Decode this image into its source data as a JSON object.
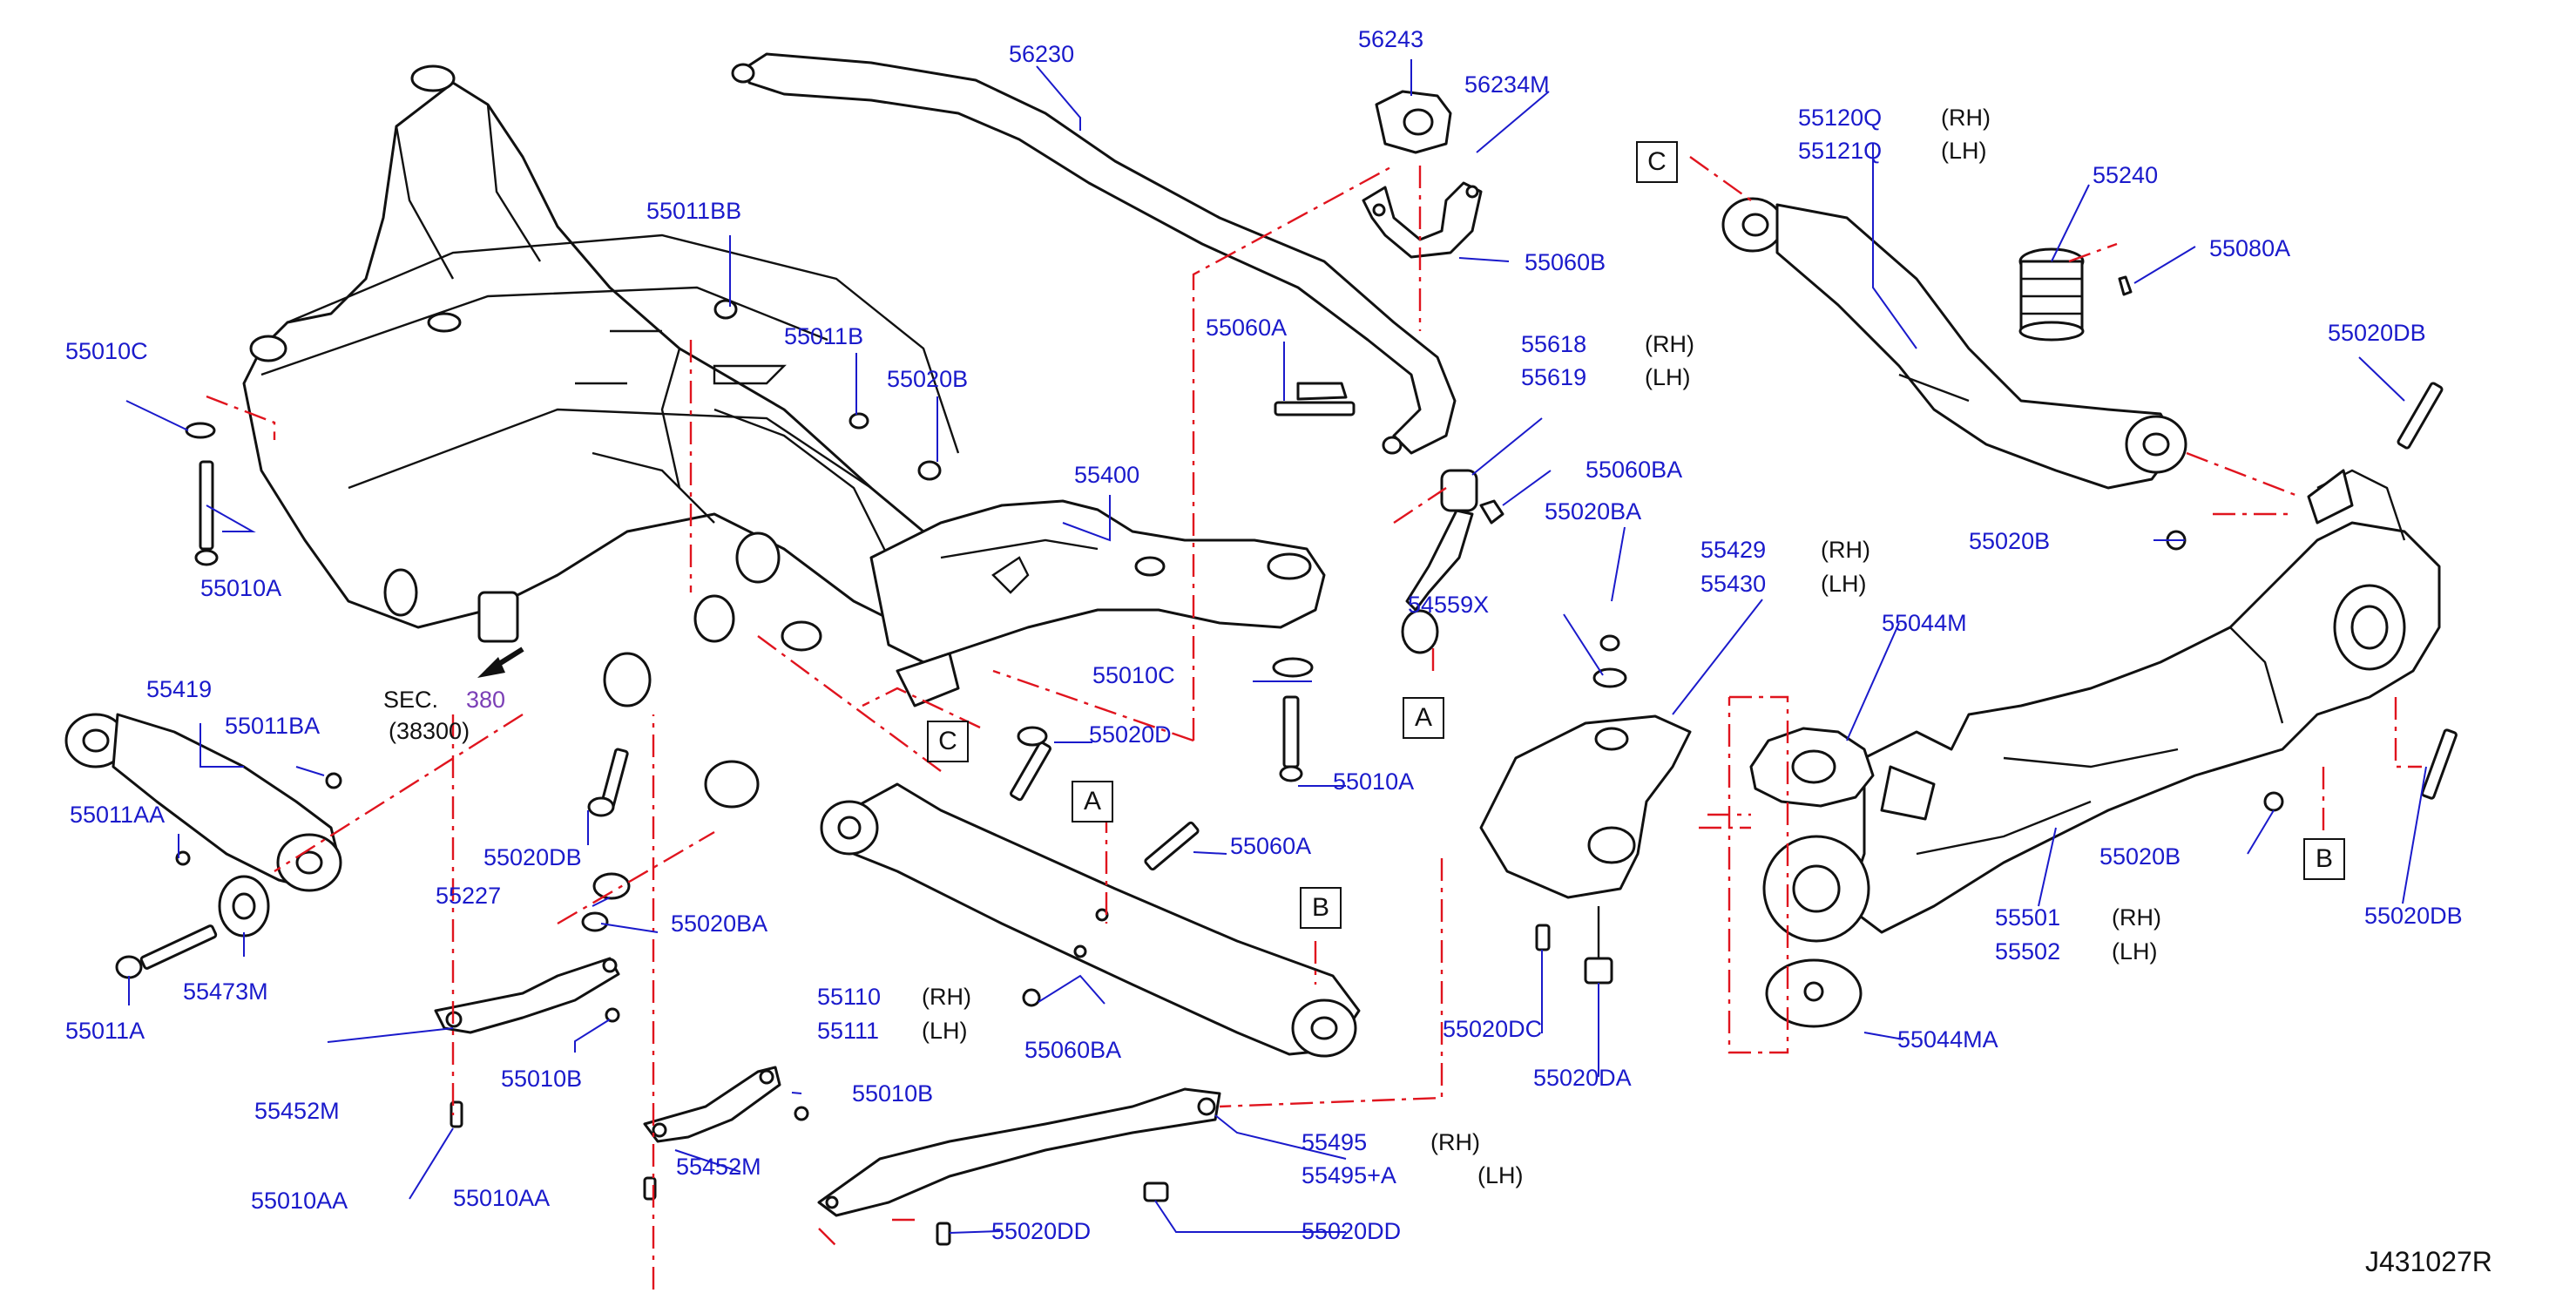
{
  "diagram_id": "J431027R",
  "section_ref": {
    "sec": "SEC.",
    "num": "380",
    "sub": "(38300)"
  },
  "callout_boxes": {
    "a1": "A",
    "a2": "A",
    "b1": "B",
    "b2": "B",
    "c1": "C",
    "c2": "C"
  },
  "side_labels": {
    "rh": "(RH)",
    "lh": "(LH)"
  },
  "parts": {
    "p56230": "56230",
    "p56243": "56243",
    "p56234M": "56234M",
    "p55060B": "55060B",
    "p55011BB": "55011BB",
    "p55011B": "55011B",
    "p55020B_top": "55020B",
    "p55010C_left": "55010C",
    "p55010A_left": "55010A",
    "p55400": "55400",
    "p55060A_top": "55060A",
    "p55618": "55618",
    "p55619": "55619",
    "p55060BA": "55060BA",
    "p55020BA_mid": "55020BA",
    "p54559X": "54559X",
    "p55010C_mid": "55010C",
    "p55010A_mid": "55010A",
    "p55020D": "55020D",
    "p55419": "55419",
    "p55011BA": "55011BA",
    "p55011AA": "55011AA",
    "p55020DB_left": "55020DB",
    "p55227": "55227",
    "p55020BA_left": "55020BA",
    "p55473M": "55473M",
    "p55011A": "55011A",
    "p55110": "55110",
    "p55111": "55111",
    "p55060A_mid": "55060A",
    "p55060BA_low": "55060BA",
    "p55452M_a": "55452M",
    "p55010B_a": "55010B",
    "p55010AA_a": "55010AA",
    "p55010AA_b": "55010AA",
    "p55452M_b": "55452M",
    "p55010B_b": "55010B",
    "p55495": "55495",
    "p55495A": "55495+A",
    "p55020DD_a": "55020DD",
    "p55020DD_b": "55020DD",
    "p55429": "55429",
    "p55430": "55430",
    "p55020DC": "55020DC",
    "p55020DA": "55020DA",
    "p55044M": "55044M",
    "p55044MA": "55044MA",
    "p55120Q": "55120Q",
    "p55121Q": "55121Q",
    "p55240": "55240",
    "p55080A": "55080A",
    "p55020DB_right": "55020DB",
    "p55020B_right": "55020B",
    "p55020B_low": "55020B",
    "p55020DB_low": "55020DB",
    "p55501": "55501",
    "p55502": "55502"
  }
}
